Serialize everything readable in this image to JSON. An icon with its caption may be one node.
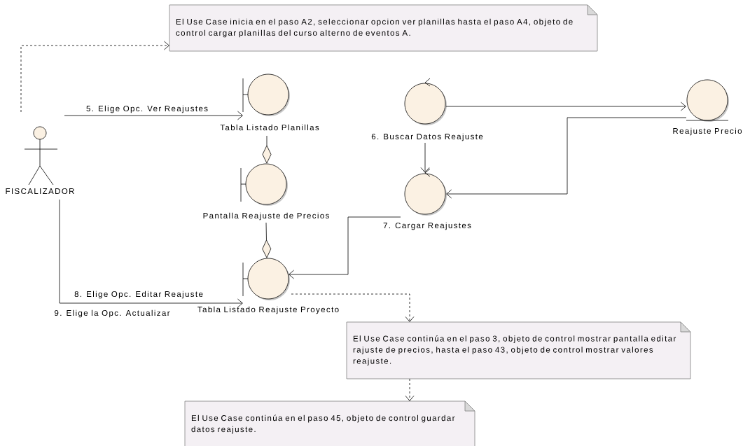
{
  "diagram": {
    "nodes": [
      {
        "text": [
          "El Use Case inicia en el paso A2, seleccionar opcion ver planillas hasta el paso A4, objeto de control cargar planillas del curso alterno de eventos A."
        ]
      },
      {
        "text": [
          "FISCALIZADOR"
        ]
      },
      {
        "text": [
          "Tabla Listado Planillas"
        ]
      },
      {
        "text": [
          "Pantalla Reajuste de Precios"
        ]
      },
      {
        "text": [
          "Tabla Listado Reajuste Proyecto"
        ]
      },
      {
        "text": [
          "6. Buscar Datos Reajuste"
        ]
      },
      {
        "text": [
          "7. Cargar Reajustes"
        ]
      },
      {
        "text": [
          "Reajuste Precio"
        ]
      },
      {
        "text": [
          "El Use Case continúa en el paso 3, objeto de control mostrar pantalla editar rajuste de precios, hasta el paso 43, objeto de control  mostrar valores reajuste."
        ]
      },
      {
        "text": [
          "El Use Case continúa en el paso 45, objeto de control guardar datos reajuste."
        ]
      }
    ],
    "edges": [
      {
        "from": 1,
        "to": 0,
        "arrow": "to",
        "style": "dashed"
      },
      {
        "from": 1,
        "to": 2,
        "arrow": "to",
        "label": "5. Elige Opc. Ver Reajustes"
      },
      {
        "from": 2,
        "to": 3,
        "arrow": "other"
      },
      {
        "from": 3,
        "to": 4,
        "arrow": "other"
      },
      {
        "from": 1,
        "to": 4,
        "arrow": "to",
        "label": "8. Elige Opc. Editar Reajuste"
      },
      {
        "from": 5,
        "to": 7,
        "arrow": "to"
      },
      {
        "from": 5,
        "to": 6,
        "arrow": "to"
      },
      {
        "from": 7,
        "to": 6,
        "arrow": "to"
      },
      {
        "from": 6,
        "to": 4,
        "arrow": "to"
      },
      {
        "from": 4,
        "to": 8,
        "arrow": "to",
        "style": "dashed"
      },
      {
        "from": 8,
        "to": 9,
        "arrow": "to",
        "style": "dashed"
      }
    ],
    "labels": [
      "9. Elige la Opc. Actualizar"
    ]
  }
}
